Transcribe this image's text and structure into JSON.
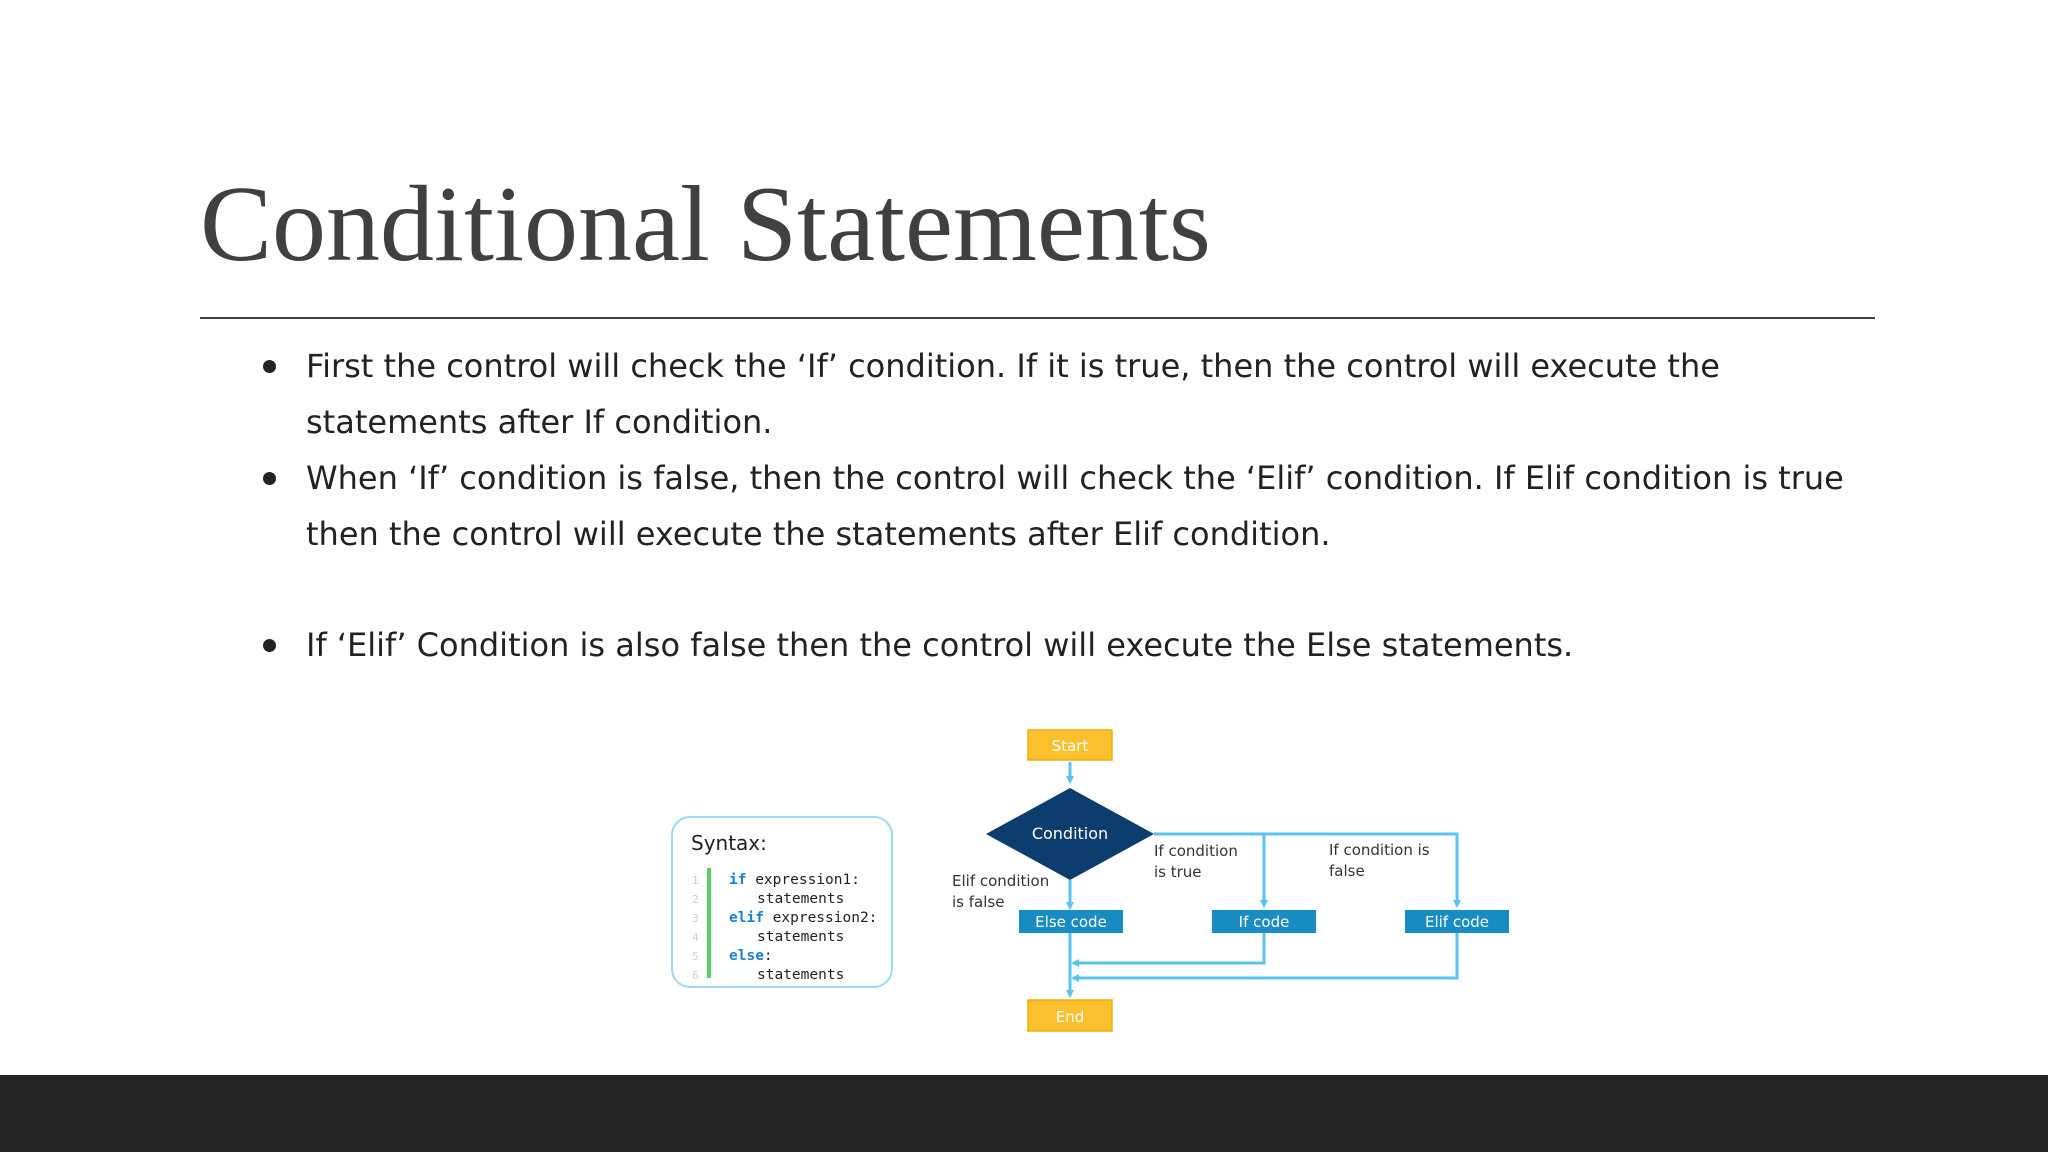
{
  "slide": {
    "title": "Conditional Statements",
    "bullets": [
      "First the control will check the ‘If’ condition. If it is true, then the control will execute the statements after If condition.",
      "When ‘If’ condition is false, then the control will check the ‘Elif’ condition. If Elif condition is true then the control will execute the statements after Elif condition.",
      "If ‘Elif’ Condition is also false then the control will execute the Else statements."
    ]
  },
  "syntax_box": {
    "heading": "Syntax:",
    "lines": [
      {
        "num": "1",
        "keyword": "if",
        "rest": " expression1:"
      },
      {
        "num": "2",
        "keyword": "",
        "rest": "statements"
      },
      {
        "num": "3",
        "keyword": "elif",
        "rest": " expression2:"
      },
      {
        "num": "4",
        "keyword": "",
        "rest": "statements"
      },
      {
        "num": "5",
        "keyword": "else",
        "rest": ":"
      },
      {
        "num": "6",
        "keyword": "",
        "rest": "statements"
      }
    ]
  },
  "flowchart": {
    "start": "Start",
    "condition": "Condition",
    "if_true_label": [
      "If condition",
      "is true"
    ],
    "if_false_label": [
      "If condition is",
      "false"
    ],
    "elif_false_label": [
      "Elif condition",
      "is false"
    ],
    "else_code": "Else code",
    "if_code": "If code",
    "elif_code": "Elif code",
    "end": "End"
  },
  "colors": {
    "terminal_fill": "#FBC02D",
    "decision_fill": "#0D3C6E",
    "process_fill": "#1A8CC4",
    "arrow": "#5BC3F0",
    "code_keyword": "#1A7FD4",
    "code_bar": "#56D364"
  }
}
